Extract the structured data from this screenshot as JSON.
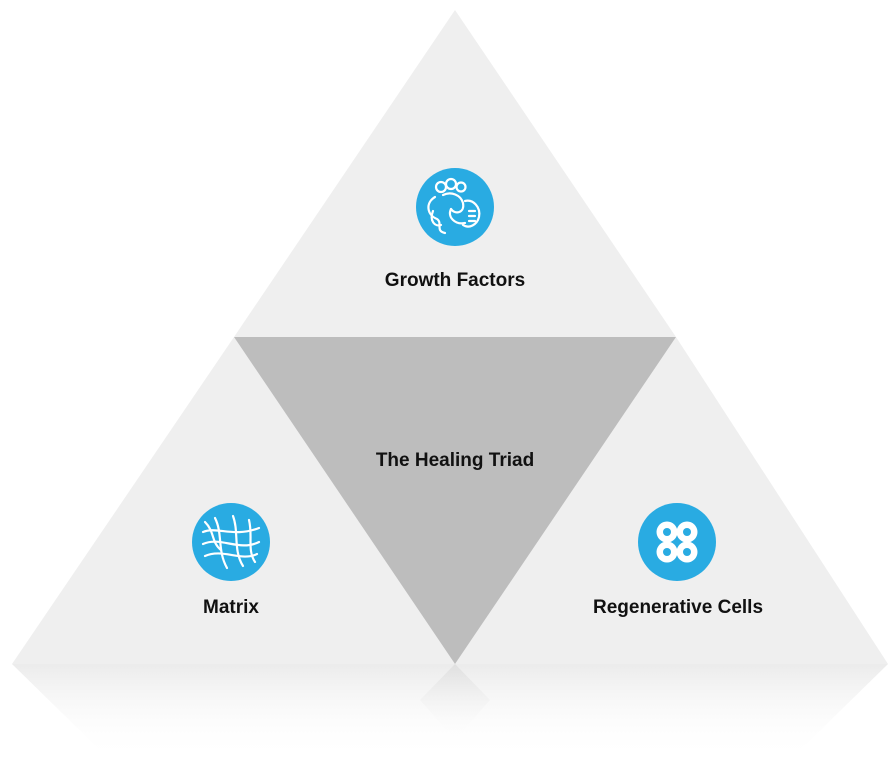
{
  "diagram": {
    "center_label": "The Healing Triad",
    "segments": [
      {
        "id": "growth-factors",
        "label": "Growth Factors",
        "icon": "protein-icon"
      },
      {
        "id": "matrix",
        "label": "Matrix",
        "icon": "fiber-mesh-icon"
      },
      {
        "id": "regenerative-cells",
        "label": "Regenerative Cells",
        "icon": "cell-cluster-icon"
      }
    ]
  },
  "colors": {
    "outer_segment": "#efefef",
    "center_segment": "#bdbdbd",
    "icon_circle": "#29abe2",
    "icon_stroke": "#ffffff",
    "text": "#111111"
  }
}
